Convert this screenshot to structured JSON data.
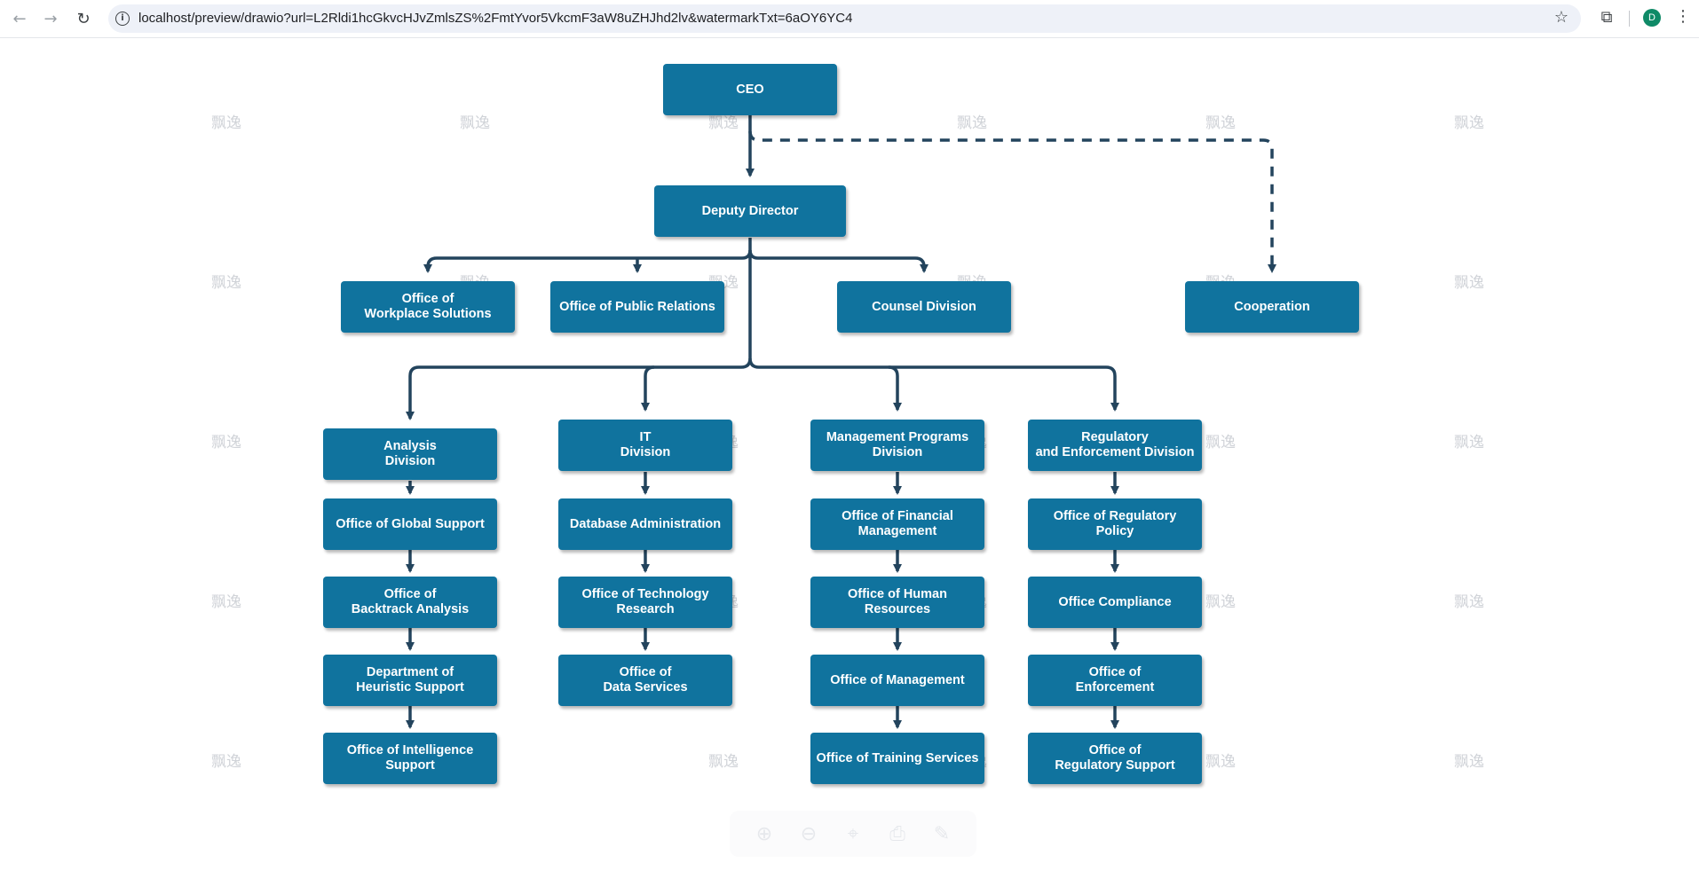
{
  "browser": {
    "url": "localhost/preview/drawio?url=L2Rldi1hcGkvcHJvZmlsZS%2FmtYvor5VkcmF3aW8uZHJhd2lv&watermarkTxt=6aOY6YC4",
    "back_icon": "←",
    "forward_icon": "→",
    "reload_icon": "↻",
    "info_icon": "i",
    "star_icon": "☆",
    "extensions_icon": "⧉",
    "profile_initial": "D",
    "menu_icon": "⋮"
  },
  "watermark_text": "飘逸",
  "nodes": {
    "ceo": "CEO",
    "deputy": "Deputy Director",
    "workplace": "Office of\nWorkplace Solutions",
    "public_relations": "Office of Public Relations",
    "counsel": "Counsel Division",
    "cooperation": "Cooperation",
    "analysis": "Analysis\nDivision",
    "it": "IT\nDivision",
    "management_programs": "Management Programs\nDivision",
    "regulatory_enforcement": "Regulatory\nand Enforcement Division",
    "global_support": "Office of Global Support",
    "backtrack": "Office of\nBacktrack Analysis",
    "heuristic": "Department of\nHeuristic Support",
    "intelligence": "Office of Intelligence\nSupport",
    "database": "Database Administration",
    "tech_research": "Office of Technology\nResearch",
    "data_services": "Office of\nData Services",
    "financial": "Office of Financial\nManagement",
    "human_resources": "Office of Human Resources",
    "management": "Office of Management",
    "training": "Office of Training Services",
    "regulatory_policy": "Office of Regulatory Policy",
    "compliance": "Office Compliance",
    "enforcement": "Office of\nEnforcement",
    "regulatory_support": "Office of\nRegulatory Support"
  },
  "toolbar": {
    "zoom_in_icon": "⊕",
    "zoom_out_icon": "⊖",
    "fit_icon": "⌖",
    "print_icon": "⎙",
    "edit_icon": "✎"
  },
  "colors": {
    "node_fill": "#10739e",
    "edge": "#23445d",
    "text": "#ffffff"
  }
}
